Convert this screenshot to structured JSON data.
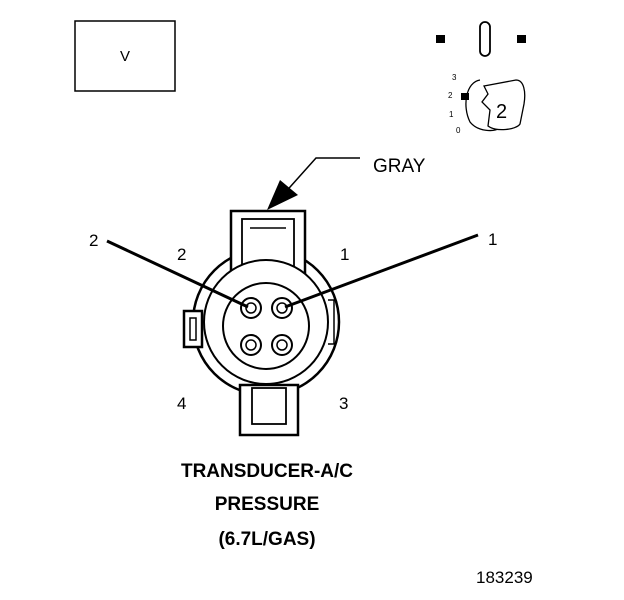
{
  "view_box_label": "V",
  "wire_color_label": "GRAY",
  "pin_numbers": {
    "pin1_callout": "1",
    "pin2_callout": "2",
    "cavity1": "1",
    "cavity2": "2",
    "cavity3": "3",
    "cavity4": "4"
  },
  "key_indicator": {
    "scale": [
      "3",
      "2",
      "1",
      "0"
    ],
    "key_number": "2"
  },
  "title": {
    "line1": "TRANSDUCER-A/C",
    "line2": "PRESSURE",
    "line3": "(6.7L/GAS)"
  },
  "figure_number": "183239"
}
